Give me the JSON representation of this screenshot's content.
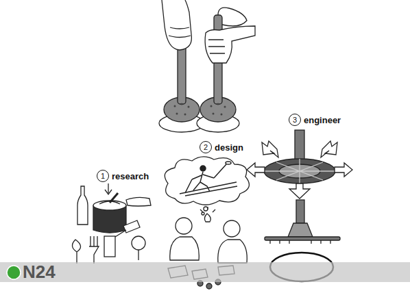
{
  "diagram": {
    "nodes": [
      {
        "text": [
          "1",
          "research"
        ]
      },
      {
        "text": [
          "2",
          "design"
        ]
      },
      {
        "text": [
          "3",
          "engineer"
        ]
      }
    ],
    "labels": [
      "N24"
    ]
  }
}
